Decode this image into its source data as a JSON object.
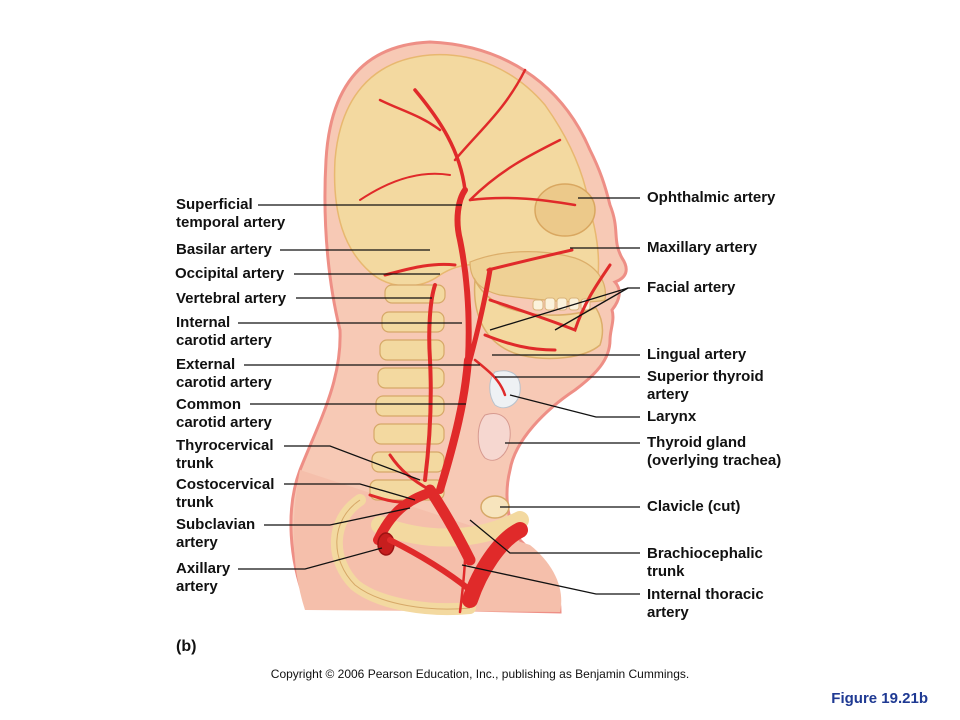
{
  "panel_letter": "(b)",
  "copyright": "Copyright © 2006 Pearson Education, Inc., publishing as Benjamin Cummings.",
  "figure_number": "Figure 19.21b",
  "colors": {
    "artery": "#e02a2a",
    "skin": "#f7c9b5",
    "skin_outline": "#ee8f86",
    "bone": "#f3d9a0",
    "leader_line": "#111111",
    "figure_number": "#1f3a93"
  },
  "labels_left": {
    "superficial_temporal": [
      "Superficial",
      "temporal artery"
    ],
    "basilar": [
      "Basilar artery"
    ],
    "occipital": [
      "Occipital artery"
    ],
    "vertebral": [
      "Vertebral artery"
    ],
    "internal_carotid": [
      "Internal",
      "carotid artery"
    ],
    "external_carotid": [
      "External",
      "carotid artery"
    ],
    "common_carotid": [
      "Common",
      "carotid artery"
    ],
    "thyrocervical": [
      "Thyrocervical",
      "trunk"
    ],
    "costocervical": [
      "Costocervical",
      "trunk"
    ],
    "subclavian": [
      "Subclavian",
      "artery"
    ],
    "axillary": [
      "Axillary",
      "artery"
    ]
  },
  "labels_right": {
    "ophthalmic": [
      "Ophthalmic artery"
    ],
    "maxillary": [
      "Maxillary artery"
    ],
    "facial": [
      "Facial artery"
    ],
    "lingual": [
      "Lingual artery"
    ],
    "superior_thyroid": [
      "Superior thyroid",
      "artery"
    ],
    "larynx": [
      "Larynx"
    ],
    "thyroid_gland": [
      "Thyroid gland",
      "(overlying trachea)"
    ],
    "clavicle": [
      "Clavicle (cut)"
    ],
    "brachiocephalic": [
      "Brachiocephalic",
      "trunk"
    ],
    "internal_thoracic": [
      "Internal thoracic",
      "artery"
    ]
  }
}
